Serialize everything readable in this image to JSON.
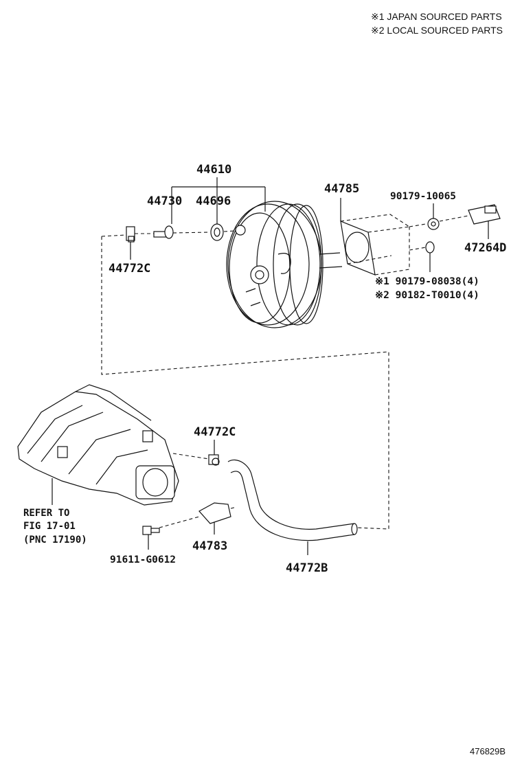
{
  "notes": [
    "※1 JAPAN SOURCED PARTS",
    "※2 LOCAL SOURCED PARTS"
  ],
  "labels": {
    "p44610": "44610",
    "p44730": "44730",
    "p44696": "44696",
    "p44785": "44785",
    "p90179_10065": "90179-10065",
    "p47264D": "47264D",
    "p44772C_top": "44772C",
    "p90179_08038": "※1 90179-08038(4)",
    "p90182_T0010": "※2 90182-T0010(4)",
    "p44772C_mid": "44772C",
    "p44783": "44783",
    "p91611": "91611-G0612",
    "p44772B": "44772B"
  },
  "refer": {
    "line1": "REFER TO",
    "line2": "FIG 17-01",
    "line3": "(PNC 17190)"
  },
  "figure_id": "476829B"
}
